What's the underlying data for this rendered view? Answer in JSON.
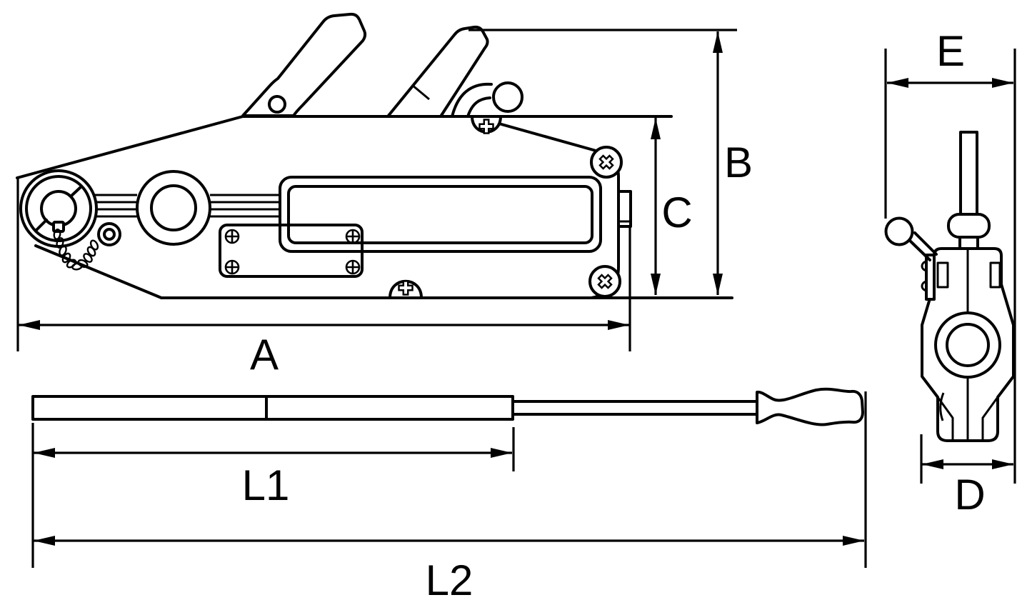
{
  "figure": {
    "background_color": "#ffffff",
    "line_color": "#000000"
  },
  "dimensions": {
    "A": "A",
    "B": "B",
    "C": "C",
    "D": "D",
    "E": "E",
    "L1": "L1",
    "L2": "L2"
  }
}
